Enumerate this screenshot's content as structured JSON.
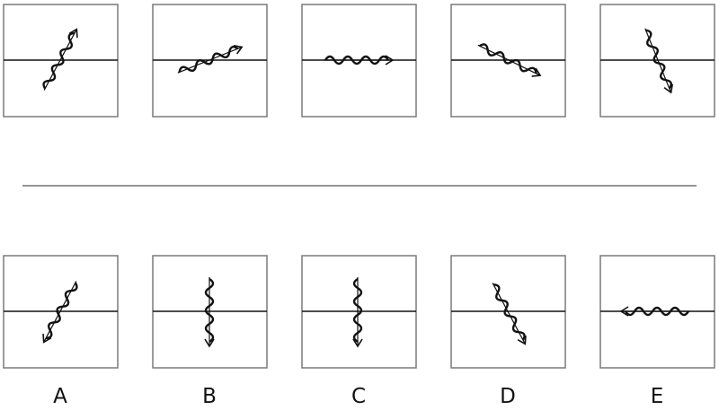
{
  "question_panels": [
    {
      "id": "q1"
    },
    {
      "id": "q2"
    },
    {
      "id": "q3"
    },
    {
      "id": "q4"
    },
    {
      "id": "q5"
    }
  ],
  "answer_panels": [
    {
      "id": "A",
      "label": "A"
    },
    {
      "id": "B",
      "label": "B"
    },
    {
      "id": "C",
      "label": "C"
    },
    {
      "id": "D",
      "label": "D"
    },
    {
      "id": "E",
      "label": "E"
    }
  ],
  "colors": {
    "stroke": "#111111",
    "box": "#7a7a7a",
    "divider": "#555555",
    "background": "#ffffff"
  }
}
